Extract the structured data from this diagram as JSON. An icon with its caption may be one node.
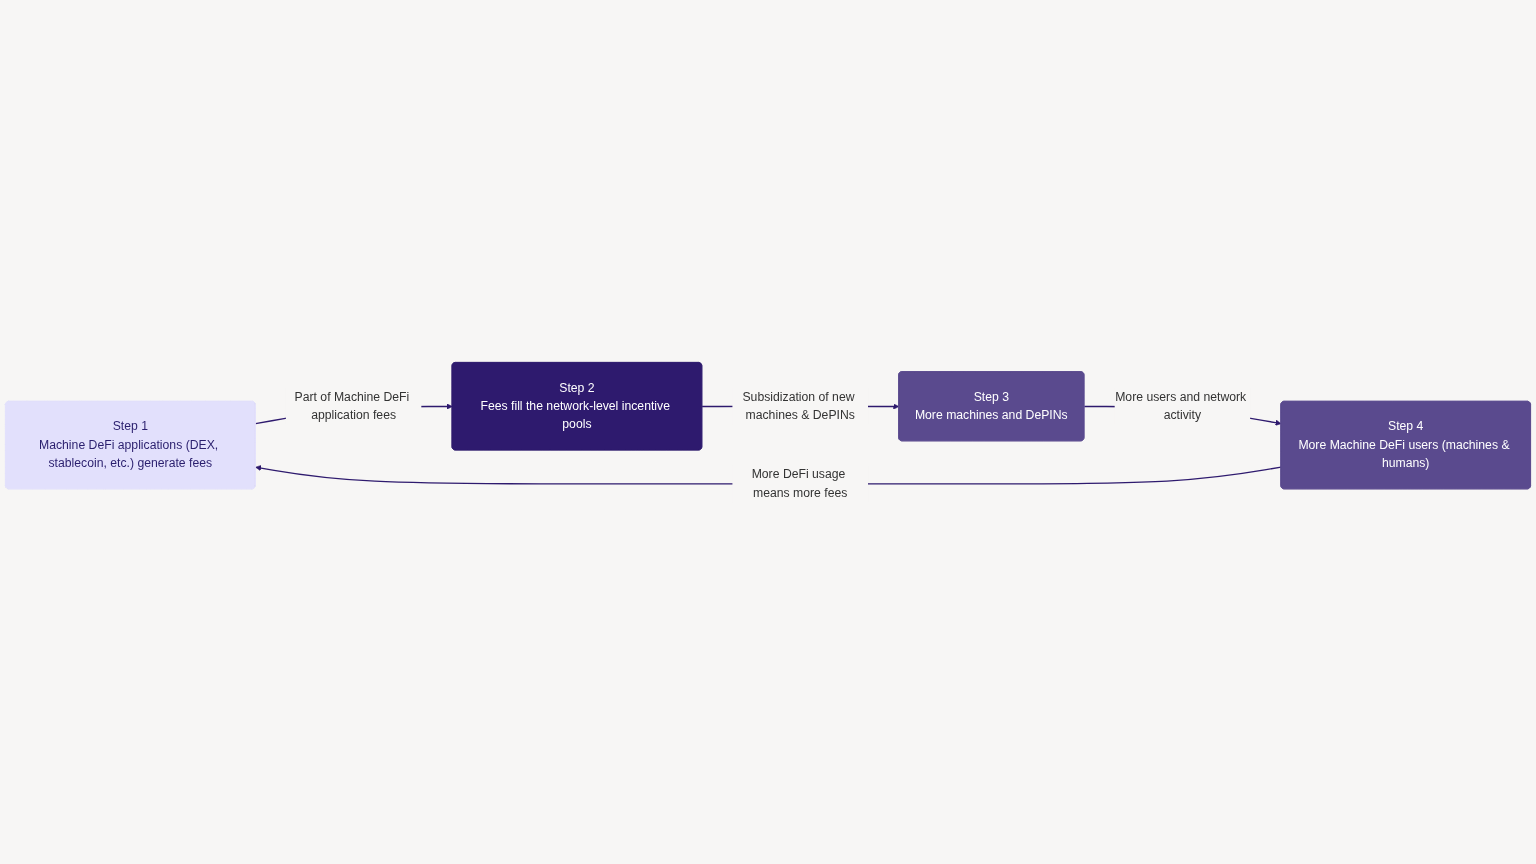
{
  "diagram": {
    "nodes": [
      {
        "text": [
          "Step 1",
          "Machine DeFi applications (DEX, stablecoin, etc.) generate fees"
        ]
      },
      {
        "text": [
          "Step 2",
          "Fees fill the network-level incentive pools"
        ]
      },
      {
        "text": [
          "Step 3",
          "More machines and DePINs"
        ]
      },
      {
        "text": [
          "Step 4",
          "More Machine DeFi users (machines & humans)"
        ]
      }
    ],
    "edges": [
      {
        "from": 0,
        "to": 1,
        "arrow": "to",
        "label": "Part of Machine DeFi application fees"
      },
      {
        "from": 1,
        "to": 2,
        "arrow": "to",
        "label": "Subsidization of new machines & DePINs"
      },
      {
        "from": 2,
        "to": 3,
        "arrow": "to",
        "label": "More users and network activity"
      },
      {
        "from": 3,
        "to": 0,
        "arrow": "to",
        "label": "More DeFi usage means more fees"
      }
    ]
  }
}
